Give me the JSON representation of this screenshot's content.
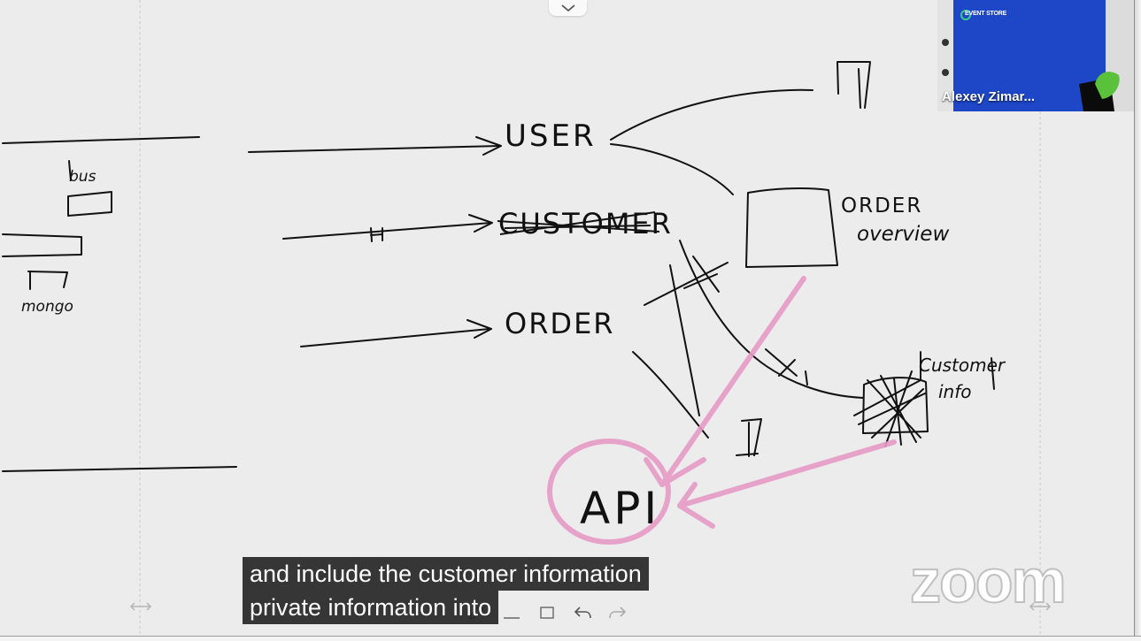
{
  "participant": {
    "name": "Alexey Zimar...",
    "brand": "EVENT STORE",
    "tile_color": "#1a3fbf"
  },
  "whiteboard": {
    "labels": {
      "user": "USER",
      "customer_struck": "CUSTOMER",
      "order": "ORDER",
      "order_overview_line1": "ORDER",
      "order_overview_line2": "overview",
      "customer_info_line1": "Customer",
      "customer_info_line2": "info",
      "api": "API",
      "bus": "bus",
      "mongo": "mongo"
    },
    "ink_color": "#111111",
    "highlight_color": "#e79ac6"
  },
  "caption": {
    "line1": "and include the customer information",
    "line2": "private information into"
  },
  "branding": {
    "zoom_logo": "zoom"
  },
  "icons": {
    "collapse": "chevron-down-icon",
    "undo": "undo-icon",
    "redo": "redo-icon",
    "resize": "resize-horizontal-icon"
  }
}
